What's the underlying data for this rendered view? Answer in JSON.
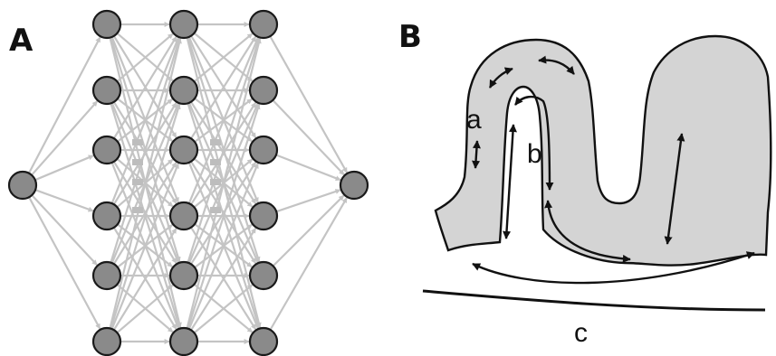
{
  "panels": {
    "a": {
      "label": "A"
    },
    "b": {
      "label": "B"
    }
  },
  "network": {
    "input_count": 1,
    "hidden_layers": [
      6,
      6,
      6
    ],
    "output_count": 1,
    "elided_rows": true
  },
  "regions": [
    {
      "label": "a"
    },
    {
      "label": "b"
    },
    {
      "label": "c"
    }
  ],
  "colors": {
    "node_fill": "#8a8a8a",
    "node_stroke": "#1a1a1a",
    "edge": "#c4c4c4",
    "tissue_fill": "#d4d4d4",
    "arrows": "#111111"
  }
}
